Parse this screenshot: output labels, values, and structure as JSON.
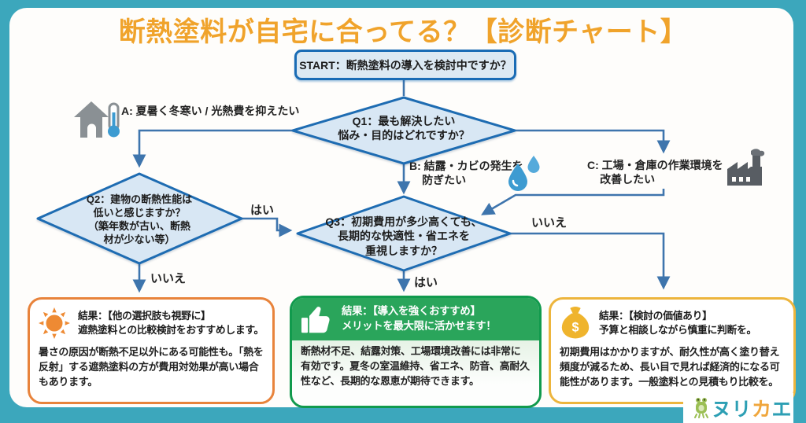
{
  "title": "断熱塗料が自宅に合ってる？【診断チャート】",
  "start": "START：断熱塗料の導入を検討中ですか？",
  "questions": {
    "q1": "Q1：最も解決したい\n悩み・目的はどれですか？",
    "q2": "Q2：建物の断熱性能は\n低いと感じますか？\n（築年数が古い、断熱\n材が少ない等）",
    "q3": "Q3：初期費用が多少高くても、\n長期的な快適性・省エネを\n重視しますか？"
  },
  "branches": {
    "a": "A: 夏暑く冬寒い / 光熱費を抑えたい",
    "b": "B: 結露・カビの発生を\n防ぎたい",
    "c": "C: 工場・倉庫の作業環境を\n改善したい",
    "q2_yes": "はい",
    "q2_no": "いいえ",
    "q3_yes": "はい",
    "q3_no": "いいえ"
  },
  "results": [
    {
      "icon": "sun-icon",
      "title": "結果：【他の選択肢も視野に】\n遮熱塗料との比較検討をおすすめします。",
      "body": "暑さの原因が断熱不足以外にある可能性も。「熱を反射」する遮熱塗料の方が費用対効果が高い場合もあります。"
    },
    {
      "icon": "thumbs-up-icon",
      "title": "結果：【導入を強くおすすめ】\nメリットを最大限に活かせます！",
      "body": "断熱材不足、結露対策、工場環境改善には非常に有効です。夏冬の室温維持、省エネ、防音、高耐久性など、長期的な恩恵が期待できます。"
    },
    {
      "icon": "money-bag-icon",
      "title": "結果：【検討の価値あり】\n予算と相談しながら慎重に判断を。",
      "body": "初期費用はかかりますが、耐久性が高く塗り替え頻度が減るため、長い目で見れば経済的になる可能性があります。一般塗料との見積もり比較を。"
    }
  ],
  "logo": {
    "part1": "ヌリ",
    "part2": "カ",
    "part3": "エ"
  },
  "colors": {
    "frame_teal": "#3CA7BC",
    "title_orange": "#F0A32B",
    "flow_line_blue": "#3E75AD",
    "diamond_border": "#1E6CB2",
    "diamond_fill": "#D8E7F4",
    "result_green": "#2AA55B",
    "result_gold": "#EDB53D",
    "result_orange": "#E8833B",
    "logo_teal": "#2D9FB4"
  }
}
